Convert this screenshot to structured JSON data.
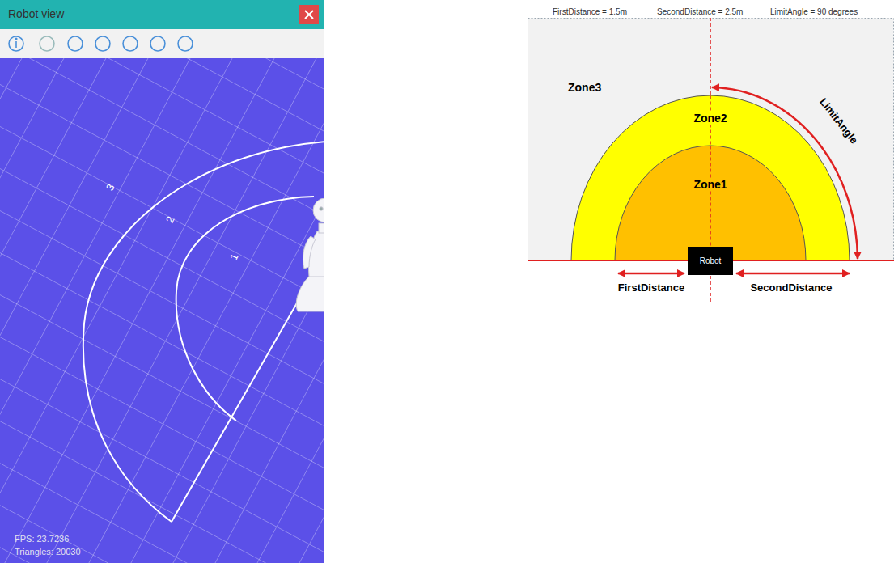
{
  "diagram": {
    "nodes": [
      {
        "text": [
          "Robot view"
        ]
      },
      {
        "text": [
          "Zone3"
        ]
      },
      {
        "text": [
          "Zone2"
        ],
        "in": 1
      },
      {
        "text": [
          "Zone1"
        ],
        "in": 2
      },
      {
        "text": [
          "Robot"
        ]
      }
    ],
    "labels": [
      "FirstDistance = 1.5m",
      "SecondDistance = 2.5m",
      "LimitAngle = 90 degrees",
      "LimitAngle",
      "FirstDistance",
      "SecondDistance",
      "3",
      "2",
      "1",
      "FPS: 23.7236",
      "Triangles: 20030"
    ]
  }
}
